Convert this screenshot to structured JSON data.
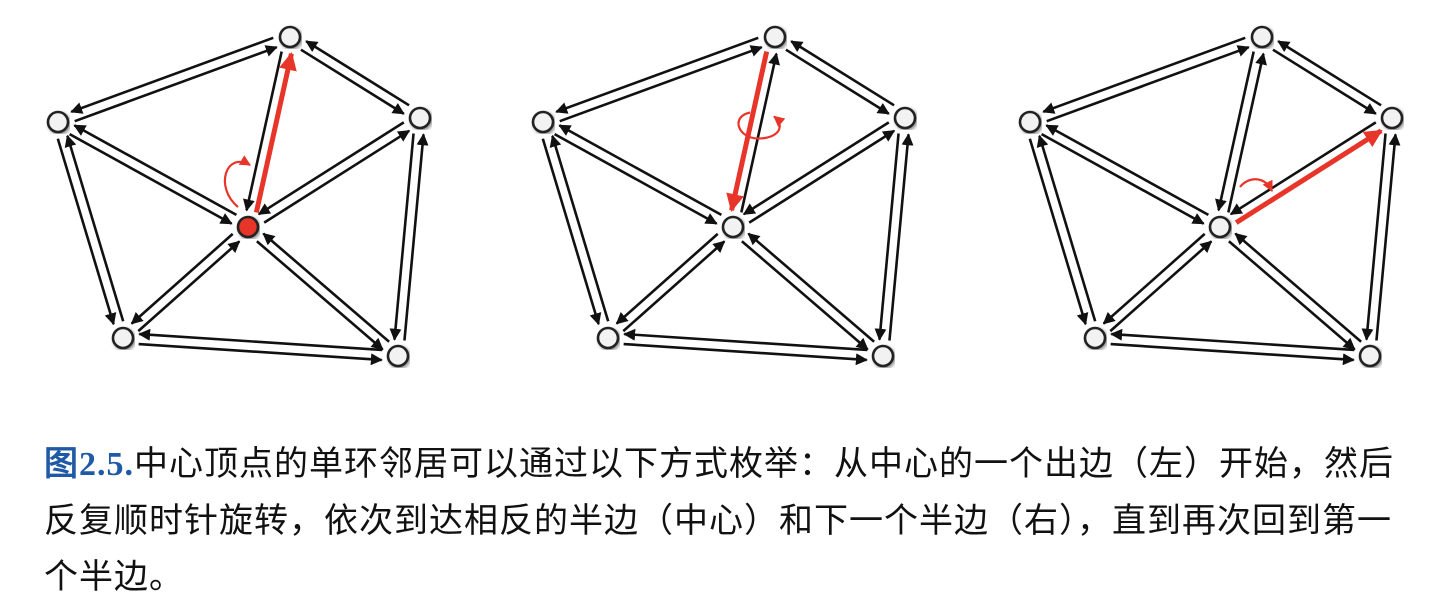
{
  "caption": {
    "label": "图2.5.",
    "text": "中心顶点的单环邻居可以通过以下方式枚举：从中心的一个出边（左）开始，然后反复顺时针旋转，依次到达相反的半边（中心）和下一个半边（右），直到再次回到第一个半边。"
  },
  "colors": {
    "edge": "#111111",
    "highlight": "#e8352a",
    "vertex_fill": "#f2f2f2",
    "vertex_stroke": "#222222",
    "center_vertex_left": "#e8352a",
    "caption_label": "#1f5aa6"
  },
  "diagram": {
    "panels": [
      {
        "id": "left",
        "highlight": "center-to-top",
        "rotation": "around-center",
        "center_red": true
      },
      {
        "id": "middle",
        "highlight": "top-to-center",
        "rotation": "around-edge",
        "center_red": false
      },
      {
        "id": "right",
        "highlight": "center-to-right",
        "rotation": "around-center",
        "center_red": false
      }
    ]
  }
}
